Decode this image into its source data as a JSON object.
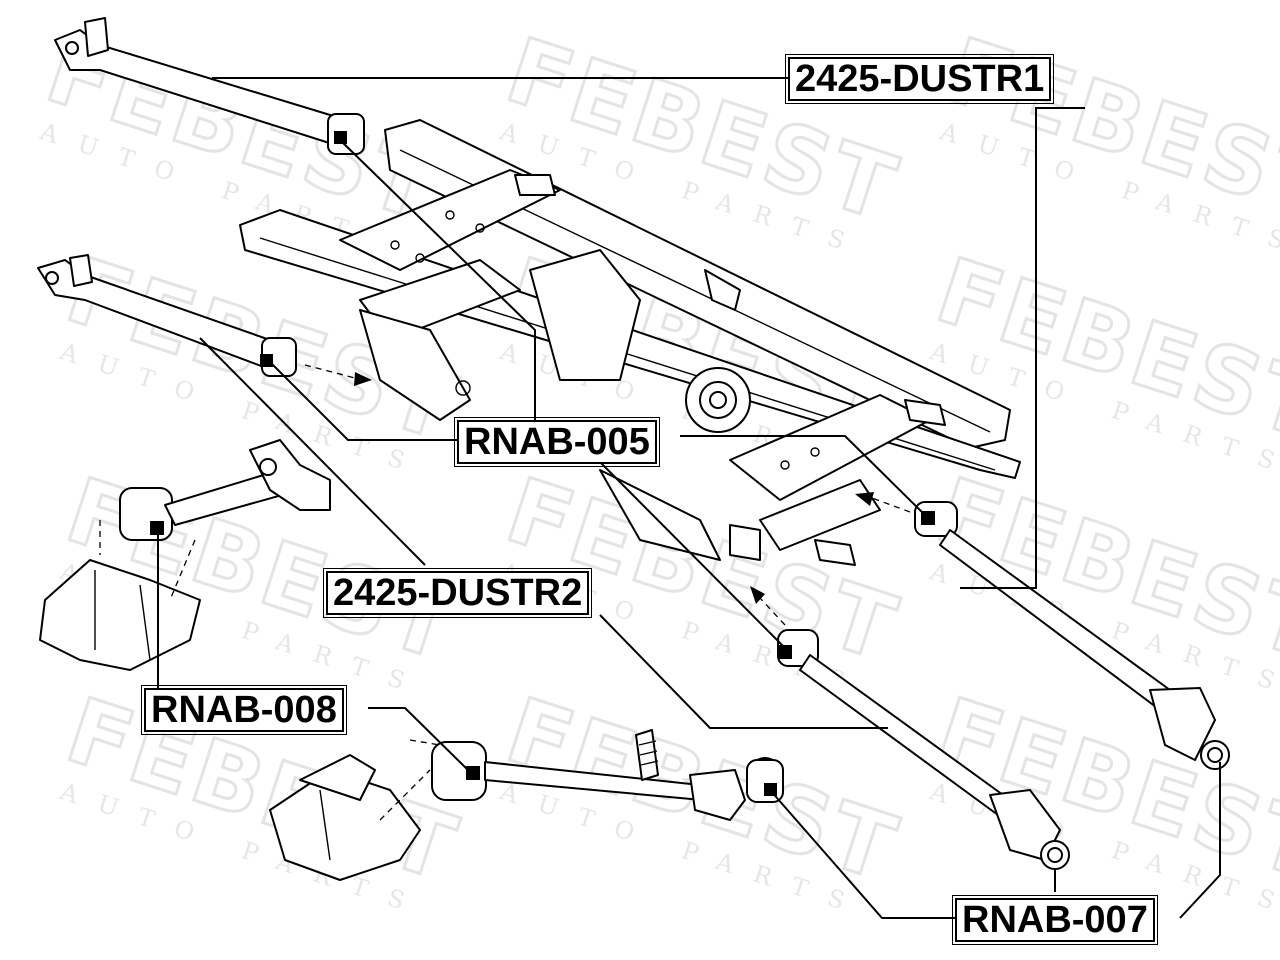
{
  "watermark": {
    "brand": "FEBEST",
    "sub": "AUTO PARTS",
    "color": "#e4e4e4"
  },
  "labels": {
    "part_dustr1": "2425-DUSTR1",
    "part_dustr2": "2425-DUSTR2",
    "part_rnab005": "RNAB-005",
    "part_rnab007": "RNAB-007",
    "part_rnab008": "RNAB-008"
  }
}
